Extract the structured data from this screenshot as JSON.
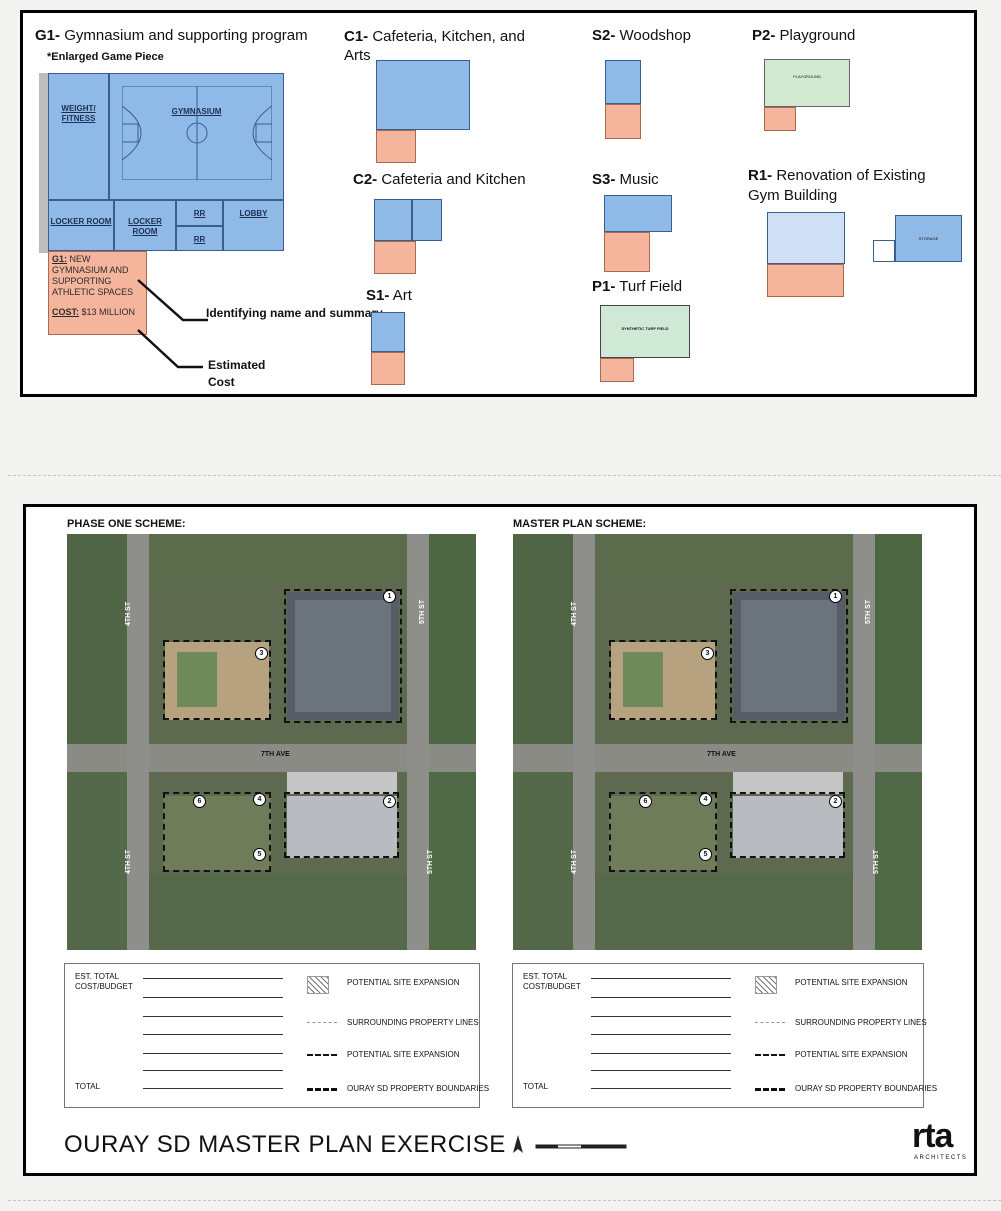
{
  "top_panel": {
    "g1": {
      "code": "G1-",
      "title": "Gymnasium and supporting program",
      "note": "*Enlarged Game Piece",
      "rooms": {
        "weight": "WEIGHT/ FITNESS",
        "gym": "GYMNASIUM",
        "locker1": "LOCKER ROOM",
        "locker2": "LOCKER ROOM",
        "rr1": "RR",
        "rr2": "RR",
        "lobby": "LOBBY"
      },
      "summary_code": "G1:",
      "summary": "NEW GYMNASIUM AND SUPPORTING ATHLETIC SPACES",
      "cost_label": "COST:",
      "cost": "$13 MILLION"
    },
    "callouts": {
      "name": "Identifying name and summary",
      "cost": "Estimated Cost"
    },
    "c1": {
      "code": "C1-",
      "title": "Cafeteria, Kitchen, and Arts"
    },
    "c2": {
      "code": "C2-",
      "title": "Cafeteria and Kitchen"
    },
    "s1": {
      "code": "S1-",
      "title": "Art"
    },
    "s2": {
      "code": "S2-",
      "title": "Woodshop"
    },
    "s3": {
      "code": "S3-",
      "title": "Music"
    },
    "p1": {
      "code": "P1-",
      "title": "Turf Field",
      "field": "SYNTHETIC TURF FIELD"
    },
    "p2": {
      "code": "P2-",
      "title": "Playground",
      "ground": "PLAYGROUND"
    },
    "r1": {
      "code": "R1-",
      "title": "Renovation of Existing Gym Building",
      "storage": "STORAGE"
    }
  },
  "bottom_panel": {
    "schemes": [
      {
        "title": "PHASE ONE SCHEME:"
      },
      {
        "title": "MASTER PLAN SCHEME:"
      }
    ],
    "map_labels": {
      "ave": "7TH AVE",
      "st4": "4TH ST",
      "st5": "5TH ST"
    },
    "markers": [
      "1",
      "2",
      "3",
      "4",
      "5",
      "6"
    ],
    "legend": {
      "cost": "EST. TOTAL COST/BUDGET",
      "total": "TOTAL",
      "items": [
        "POTENTIAL SITE EXPANSION",
        "SURROUNDING PROPERTY LINES",
        "POTENTIAL SITE EXPANSION",
        "OURAY SD PROPERTY BOUNDARIES"
      ]
    },
    "exercise_title": "OURAY SD MASTER PLAN EXERCISE",
    "logo": {
      "name": "rta",
      "sub": "ARCHITECTS"
    }
  }
}
